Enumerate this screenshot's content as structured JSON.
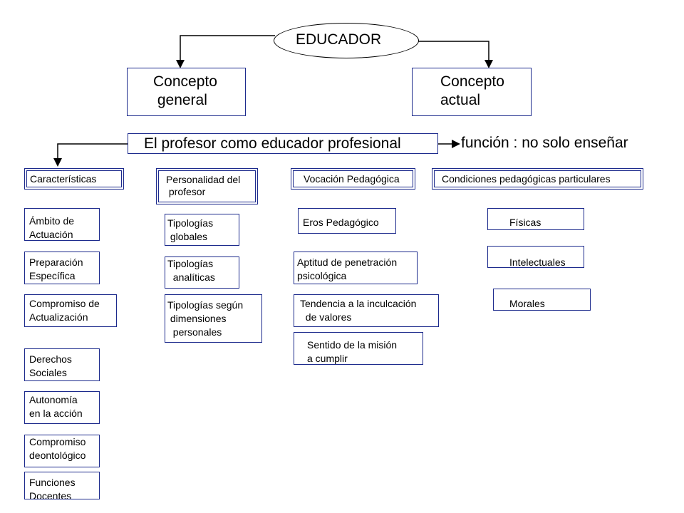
{
  "root": "EDUCADOR",
  "concept_general": "Concepto\n general",
  "concept_actual": "Concepto\nactual",
  "profesor": "El profesor como educador profesional",
  "funcion": "función : no solo enseñar",
  "headers": {
    "caracteristicas": "Características",
    "personalidad": "Personalidad del\n profesor",
    "vocacion": "Vocación Pedagógica",
    "condiciones": "Condiciones pedagógicas particulares"
  },
  "caracteristicas": [
    "Ámbito de\nActuación",
    "Preparación\nEspecífica",
    "Compromiso de\nActualización",
    "Derechos\nSociales",
    "Autonomía\nen la acción",
    "Compromiso\ndeontológico",
    "Funciones\nDocentes"
  ],
  "personalidad": [
    "Tipologías\n globales",
    "Tipologías\n  analíticas",
    "Tipologías según\n dimensiones\n  personales"
  ],
  "vocacion": [
    "Eros Pedagógico",
    "Aptitud de penetración\npsicológica",
    "Tendencia a la inculcación\n  de valores",
    "Sentido de la misión\na cumplir"
  ],
  "condiciones": [
    "Físicas",
    "Intelectuales",
    "Morales"
  ]
}
